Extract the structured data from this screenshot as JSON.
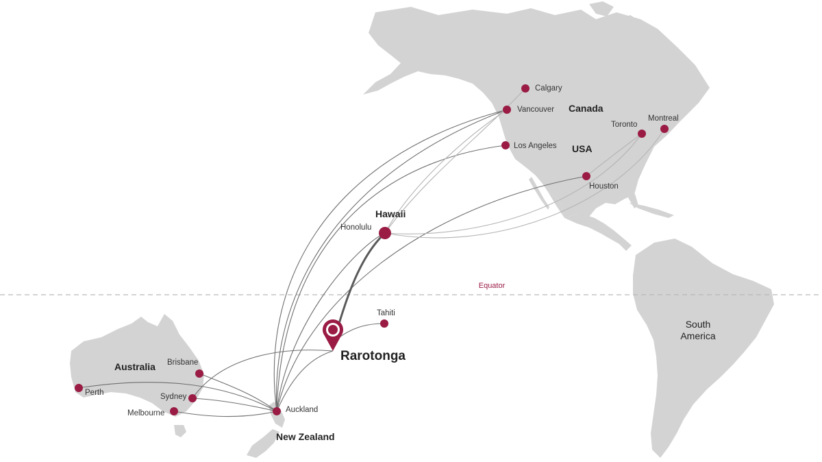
{
  "map": {
    "equator_label": "Equator",
    "colors": {
      "accent": "#9a1b44",
      "land": "#d3d3d3",
      "route": "#6e6e6e",
      "equator": "#b9b9b9"
    },
    "regions": {
      "canada": "Canada",
      "usa": "USA",
      "hawaii": "Hawaii",
      "australia": "Australia",
      "new_zealand": "New Zealand",
      "south_america_line1": "South",
      "south_america_line2": "America"
    },
    "destination": {
      "name": "Rarotonga",
      "icon": "map-pin-icon"
    },
    "cities": {
      "calgary": "Calgary",
      "vancouver": "Vancouver",
      "los_angeles": "Los Angeles",
      "houston": "Houston",
      "toronto": "Toronto",
      "montreal": "Montreal",
      "honolulu": "Honolulu",
      "tahiti": "Tahiti",
      "auckland": "Auckland",
      "brisbane": "Brisbane",
      "sydney": "Sydney",
      "melbourne": "Melbourne",
      "perth": "Perth"
    }
  }
}
